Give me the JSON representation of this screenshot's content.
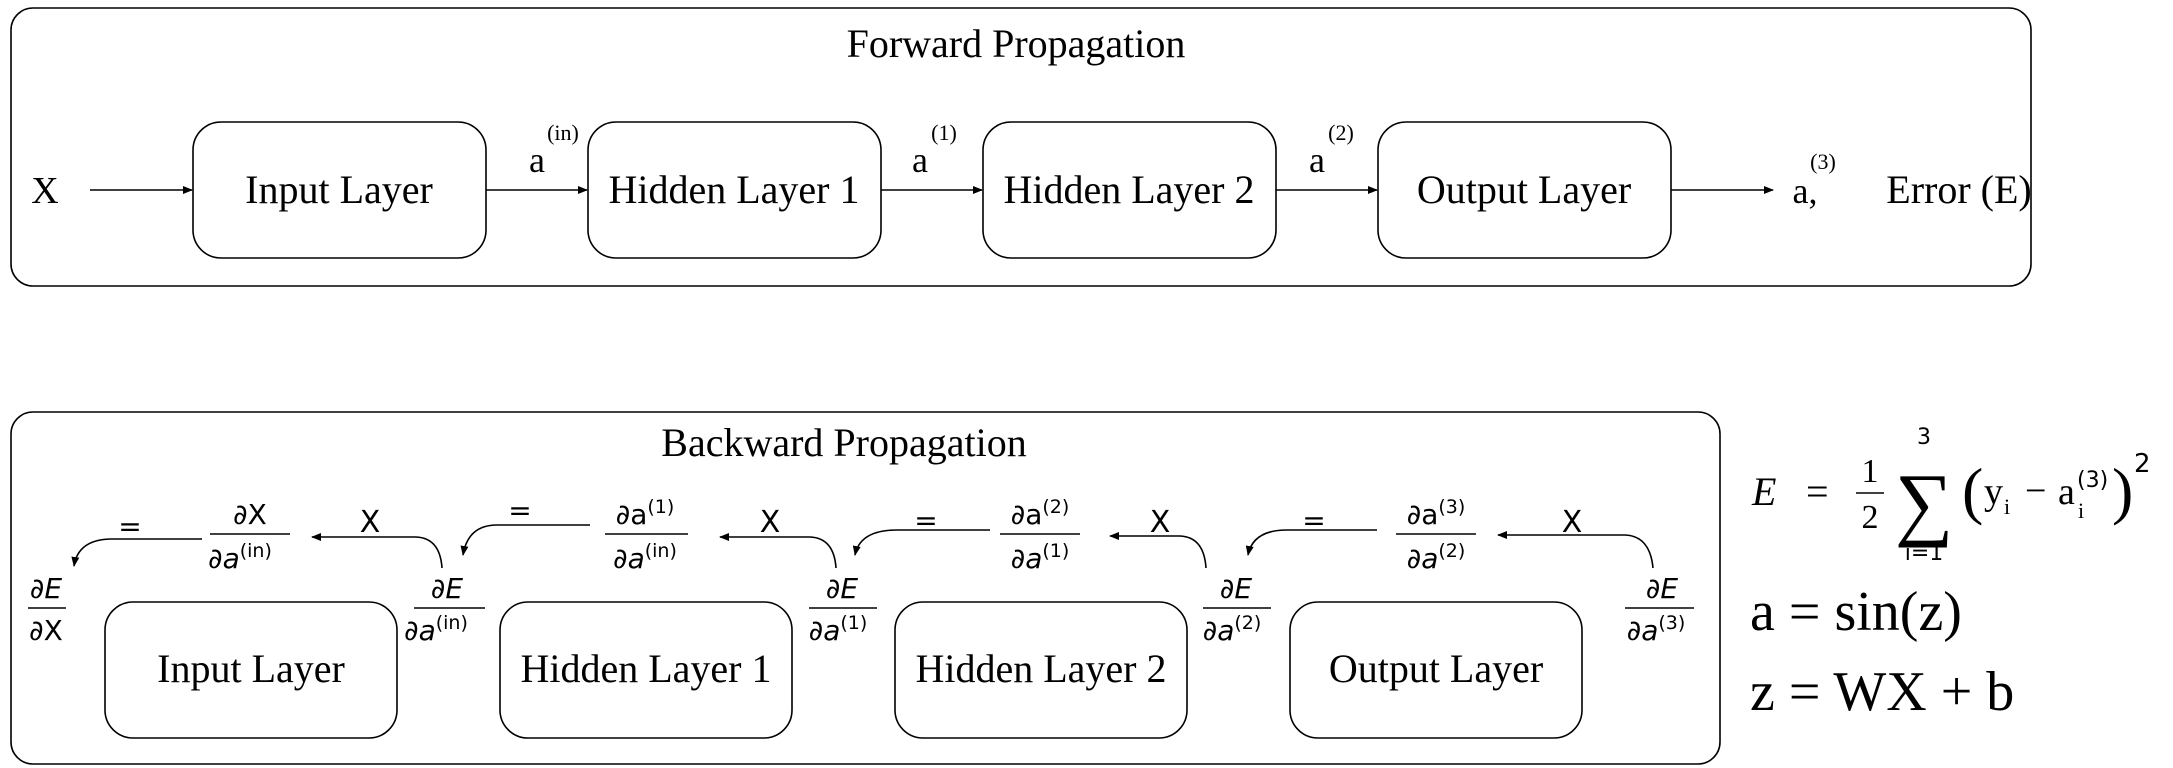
{
  "forward": {
    "title": "Forward Propagation",
    "input_symbol": "X",
    "layers": [
      "Input Layer",
      "Hidden Layer 1",
      "Hidden Layer 2",
      "Output Layer"
    ],
    "activations": [
      {
        "base": "a",
        "sup": "(in)"
      },
      {
        "base": "a",
        "sup": "(1)"
      },
      {
        "base": "a",
        "sup": "(2)"
      }
    ],
    "output": {
      "base": "a,",
      "sup": "(3)"
    },
    "error_label": "Error (E)"
  },
  "backward": {
    "title": "Backward Propagation",
    "layers": [
      "Input Layer",
      "Hidden Layer 1",
      "Hidden Layer 2",
      "Output Layer"
    ],
    "equals": "=",
    "times": "X",
    "gradients": [
      {
        "num": "∂E",
        "den": "∂X"
      },
      {
        "num": "∂E",
        "den": "∂a",
        "den_sup": "(in)"
      },
      {
        "num": "∂E",
        "den": "∂a",
        "den_sup": "(1)"
      },
      {
        "num": "∂E",
        "den": "∂a",
        "den_sup": "(2)"
      },
      {
        "num": "∂E",
        "den": "∂a",
        "den_sup": "(3)"
      }
    ],
    "local": [
      {
        "num": "∂X",
        "den": "∂a",
        "den_sup": "(in)"
      },
      {
        "num": "∂a",
        "num_sup": "(1)",
        "den": "∂a",
        "den_sup": "(in)"
      },
      {
        "num": "∂a",
        "num_sup": "(2)",
        "den": "∂a",
        "den_sup": "(1)"
      },
      {
        "num": "∂a",
        "num_sup": "(3)",
        "den": "∂a",
        "den_sup": "(2)"
      }
    ]
  },
  "equations": {
    "error": {
      "lhs": "E",
      "eq": "=",
      "half_num": "1",
      "half_den": "2",
      "sum": "∑",
      "sum_top": "3",
      "sum_bottom": "i=1",
      "open": "(",
      "y": "y",
      "y_sub": "i",
      "minus": "−",
      "a": "a",
      "a_sup": "(3)",
      "a_sub": "i",
      "close": ")",
      "power": "2"
    },
    "activation": "a = sin(z)",
    "linear": "z = WX + b"
  }
}
